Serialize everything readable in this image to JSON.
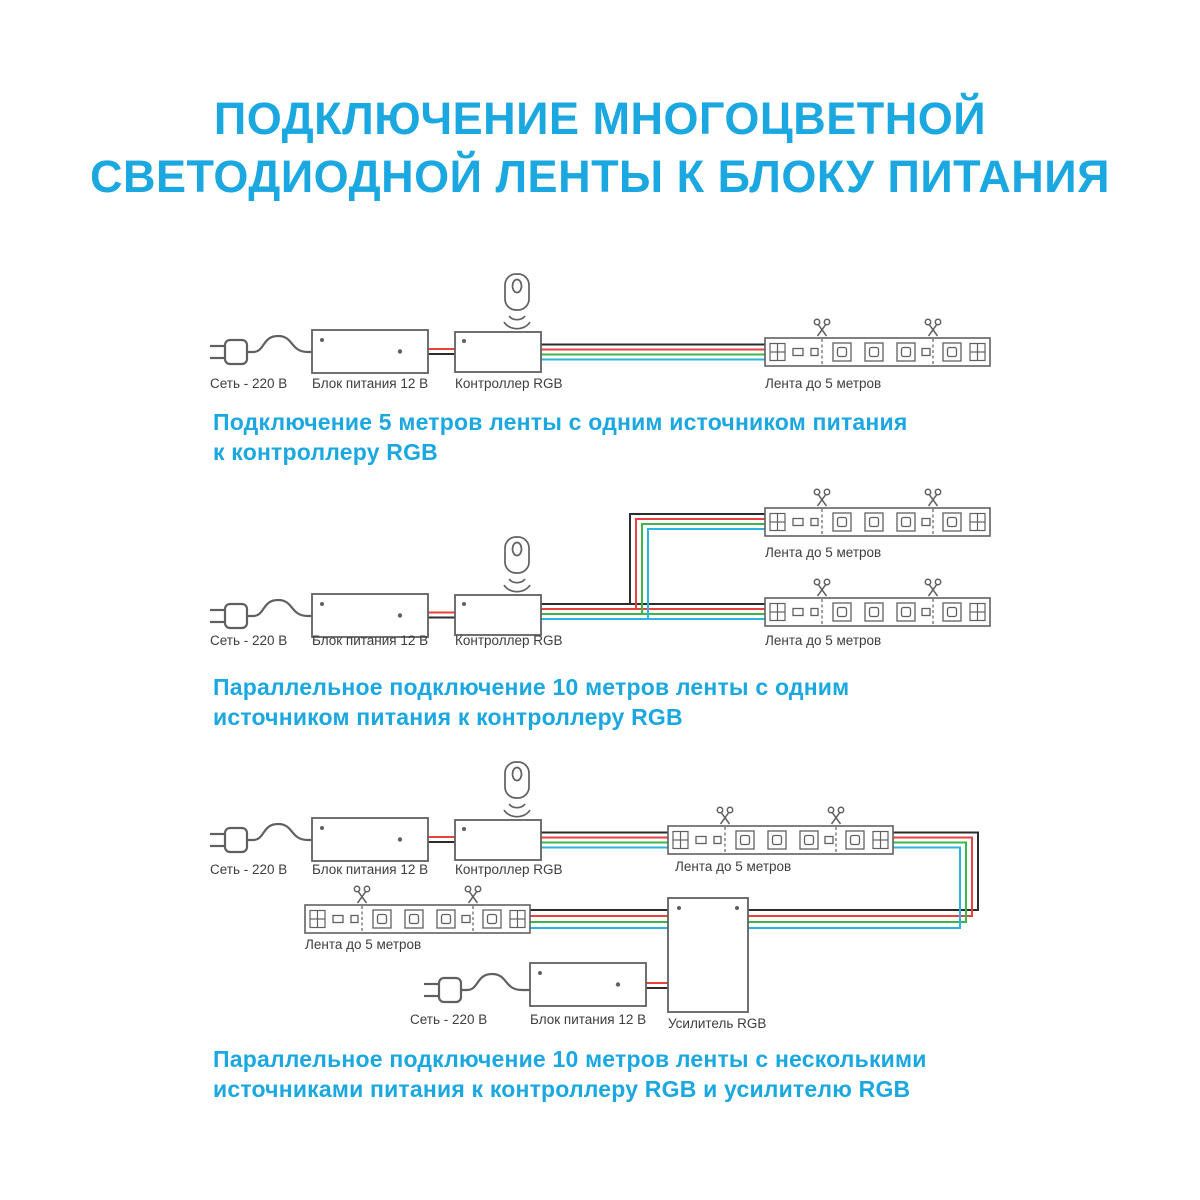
{
  "title": {
    "line1": "ПОДКЛЮЧЕНИЕ МНОГОЦВЕТНОЙ",
    "line2": "СВЕТОДИОДНОЙ ЛЕНТЫ К БЛОКУ ПИТАНИЯ"
  },
  "colors": {
    "accent": "#1ba7e0",
    "diagram_outline": "#5f6062",
    "label_text": "#3d3d3d",
    "wire_black": "#2d2d2d",
    "wire_red": "#e8403d",
    "wire_green": "#3cb54a",
    "wire_blue": "#2bb3e6"
  },
  "icon_names": [
    "power-plug-icon",
    "remote-control-icon",
    "scissors-icon"
  ],
  "diagram1": {
    "labels": {
      "mains": "Сеть - 220 В",
      "psu": "Блок питания 12 В",
      "controller": "Контроллер RGB",
      "strip": "Лента до 5 метров"
    },
    "caption_line1": "Подключение 5 метров ленты с одним источником питания",
    "caption_line2": "к контроллеру RGB"
  },
  "diagram2": {
    "labels": {
      "mains": "Сеть - 220 В",
      "psu": "Блок питания 12 В",
      "controller": "Контроллер RGB",
      "strip_top": "Лента до 5 метров",
      "strip_bottom": "Лента до 5 метров"
    },
    "caption_line1": "Параллельное подключение 10 метров ленты с одним",
    "caption_line2": "источником питания к контроллеру RGB"
  },
  "diagram3": {
    "labels": {
      "mains1": "Сеть - 220 В",
      "psu1": "Блок питания 12 В",
      "controller": "Контроллер RGB",
      "strip1": "Лента до 5 метров",
      "strip2": "Лента до 5 метров",
      "mains2": "Сеть - 220 В",
      "psu2": "Блок питания 12 В",
      "amplifier": "Усилитель RGB"
    },
    "caption_line1": "Параллельное подключение 10 метров ленты с несколькими",
    "caption_line2": "источниками питания к контроллеру RGB и усилителю RGB"
  }
}
